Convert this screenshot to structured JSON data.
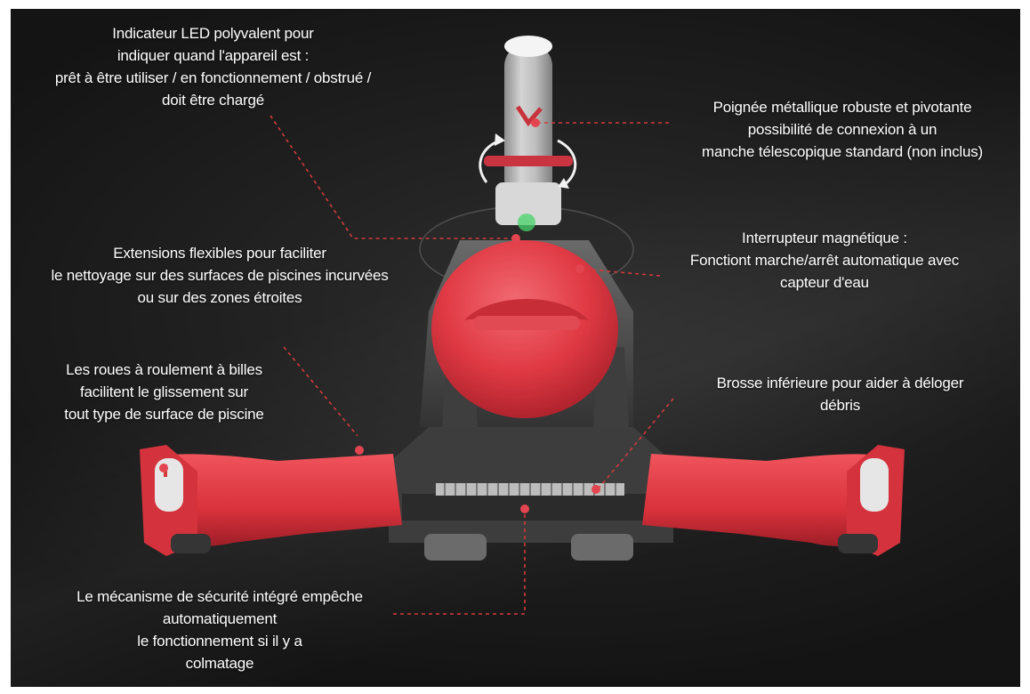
{
  "colors": {
    "background": "#1c1c1c",
    "device_red": "#e03a44",
    "device_dark": "#4a4a4a",
    "callout_line": "#d23a3a",
    "text": "#ffffff"
  },
  "callouts": {
    "led": {
      "lines": [
        "Indicateur LED polyvalent pour",
        "indiquer quand l'appareil est :",
        "prêt à être utiliser / en fonctionnement / obstrué /",
        "doit être chargé"
      ]
    },
    "handle": {
      "lines": [
        "Poignée métallique robuste et pivotante",
        "possibilité de connexion à un",
        "manche télescopique standard (non inclus)"
      ]
    },
    "switch": {
      "lines": [
        "Interrupteur magnétique  :",
        "Fonctiont marche/arrêt automatique avec",
        "capteur d'eau"
      ]
    },
    "extensions": {
      "lines": [
        "Extensions flexibles pour faciliter",
        "le nettoyage sur des surfaces de piscines incurvées",
        "ou sur des zones étroites"
      ]
    },
    "wheels": {
      "lines": [
        "Les roues à roulement à billes",
        "facilitent le glissement  sur",
        "tout type de surface de piscine"
      ]
    },
    "brush": {
      "lines": [
        "Brosse inférieure pour aider à déloger",
        "débris"
      ]
    },
    "safety": {
      "lines": [
        "Le mécanisme de sécurité intégré empêche",
        "automatiquement",
        "le fonctionnement si il y a",
        "colmatage"
      ]
    }
  },
  "icons": [
    "rotation-arrows-icon",
    "led-indicator-icon",
    "brush-icon",
    "wheel-icon"
  ]
}
